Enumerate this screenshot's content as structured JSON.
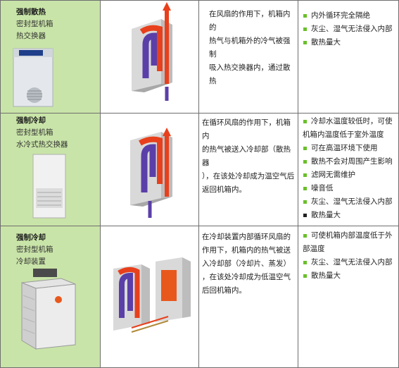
{
  "rows": [
    {
      "title": "强制散热",
      "subtitle1": "密封型机箱",
      "subtitle2": "热交换器",
      "desc": [
        "在风扇的作用下，机箱内的",
        "热气与机箱外的冷气被强制",
        "吸入热交换器内，通过散热"
      ],
      "features": [
        "内外循环完全隔绝",
        "灰尘、湿气无法侵入内部",
        "散热量大"
      ]
    },
    {
      "title": "强制冷却",
      "subtitle1": "密封型机箱",
      "subtitle2": "水冷式热交换器",
      "desc": [
        "在循环风扇的作用下，机箱内",
        "的热气被送入冷却部（散热器",
        "），在该处冷却成为温空气后",
        "返回机箱内。"
      ],
      "features": [
        "冷却水温度较低时，可使",
        "机箱内温度低于室外温度",
        "可在高温环境下使用",
        "散热不会对周围产生影响",
        "滤网无需维护",
        "噪音低",
        "灰尘、湿气无法侵入内部",
        "散热量大"
      ]
    },
    {
      "title": "强制冷却",
      "subtitle1": "密封型机箱",
      "subtitle2": "冷却装置",
      "desc": [
        "在冷却装置内部循环风扇的",
        "作用下，机箱内的热气被送",
        "入冷却部（冷却片、蒸发）",
        "，在该处冷却成为低温空气",
        "后回机箱内。"
      ],
      "features": [
        "可使机箱内部温度低于外",
        "部温度",
        "灰尘、湿气无法侵入内部",
        "散热量大"
      ]
    }
  ],
  "colors": {
    "label_bg": "#c9e4a8",
    "bullet": "#6abf2a",
    "hot": "#e8401c",
    "cold": "#5b3fa8"
  }
}
